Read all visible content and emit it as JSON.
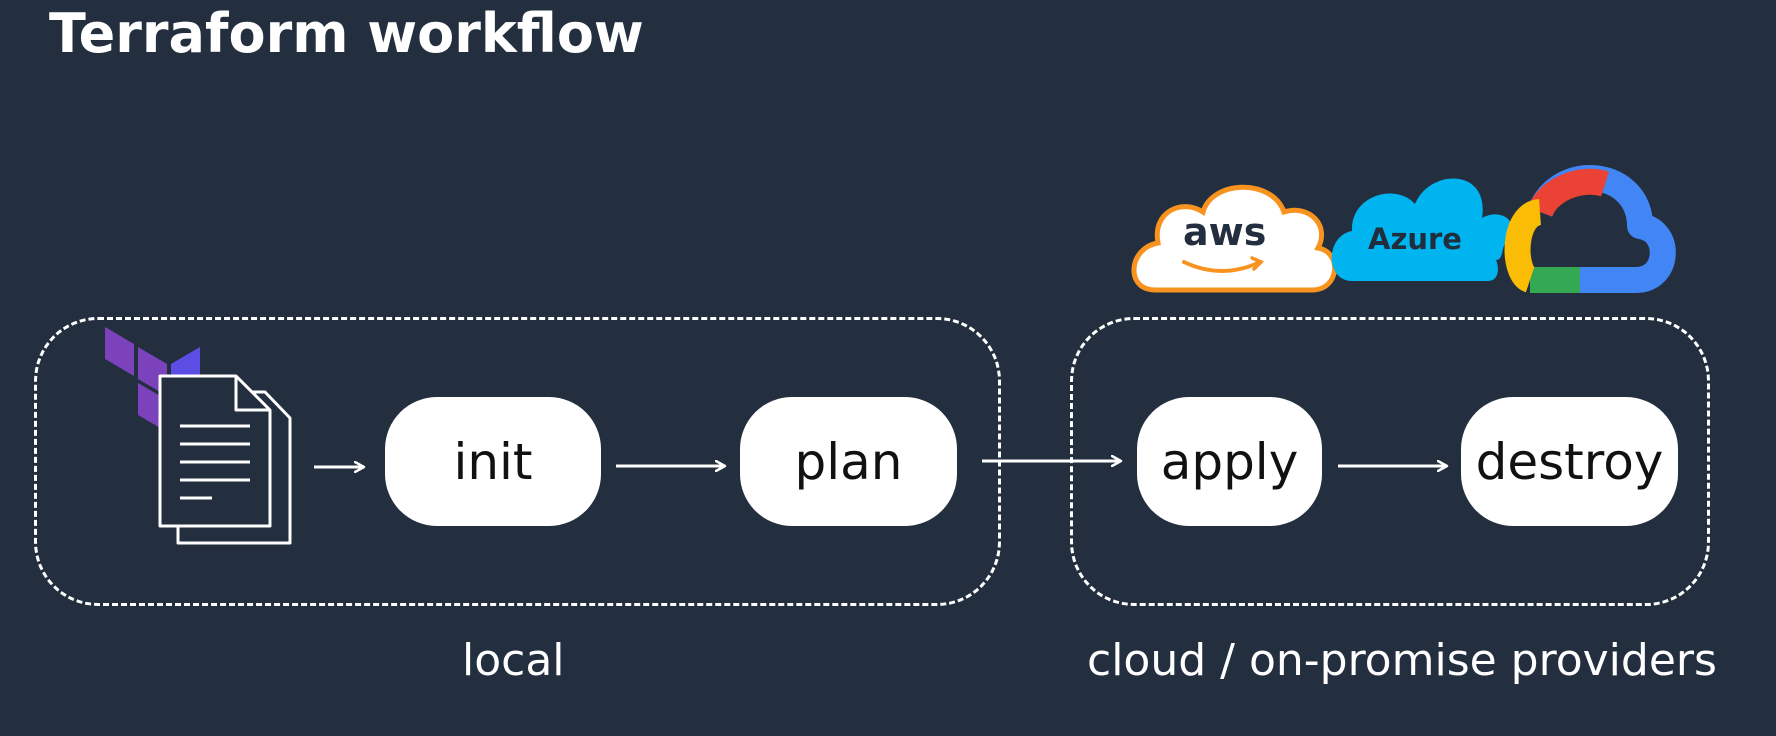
{
  "title": "Terraform workflow",
  "steps": {
    "init": "init",
    "plan": "plan",
    "apply": "apply",
    "destroy": "destroy"
  },
  "groups": {
    "local": "local",
    "cloud": "cloud / on-promise providers"
  },
  "providers": {
    "aws": "aws",
    "azure": "Azure"
  },
  "icons": [
    "terraform-logo-icon",
    "document-icon",
    "aws-logo-icon",
    "azure-logo-icon",
    "google-cloud-logo-icon"
  ],
  "colors": {
    "background": "#232f3e",
    "terraform": "#7b42bc",
    "aws_orange": "#f7931e",
    "azure_blue": "#00b4f0",
    "gcp_red": "#ea4335",
    "gcp_blue": "#4285f4",
    "gcp_green": "#34a853",
    "gcp_yellow": "#fbbc05"
  }
}
